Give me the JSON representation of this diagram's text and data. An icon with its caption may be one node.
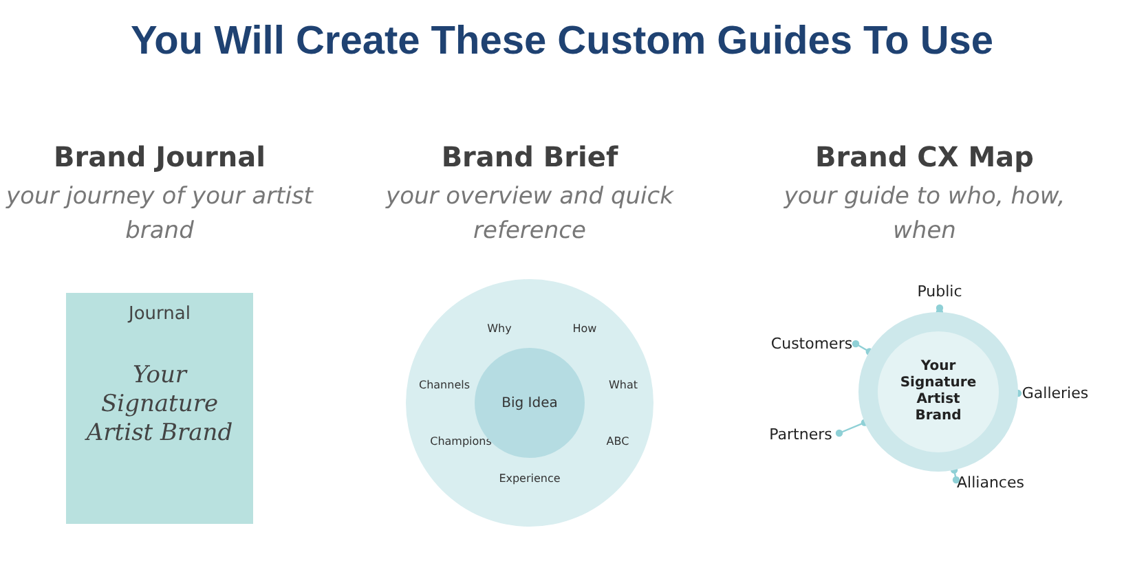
{
  "diagram": {
    "title": "You Will Create These Custom Guides To Use",
    "nodes": [
      {
        "text": [
          "Journal",
          "Your Signature Artist Brand"
        ],
        "beside": [
          "Brand Journal",
          "your journey of your artist brand"
        ]
      },
      {
        "text": [
          "Why",
          "How",
          "What",
          "ABC",
          "Experience",
          "Champions",
          "Channels"
        ],
        "beside": [
          "Brand Brief",
          "your overview and quick reference"
        ]
      },
      {
        "text": [
          "Big Idea"
        ],
        "in": 1
      },
      {
        "text": [
          "Your Signature Artist Brand"
        ],
        "beside": [
          "Brand CX Map",
          "your guide to who, how, when"
        ]
      },
      {
        "text": [
          "Public"
        ]
      },
      {
        "text": [
          "Customers"
        ]
      },
      {
        "text": [
          "Galleries"
        ]
      },
      {
        "text": [
          "Partners"
        ]
      },
      {
        "text": [
          "Alliances"
        ]
      }
    ],
    "edges": [
      {
        "from": 4,
        "to": 3,
        "arrow": "other"
      },
      {
        "from": 5,
        "to": 3,
        "arrow": "other"
      },
      {
        "from": 6,
        "to": 3,
        "arrow": "other"
      },
      {
        "from": 7,
        "to": 3,
        "arrow": "other"
      },
      {
        "from": 8,
        "to": 3,
        "arrow": "other"
      }
    ]
  }
}
